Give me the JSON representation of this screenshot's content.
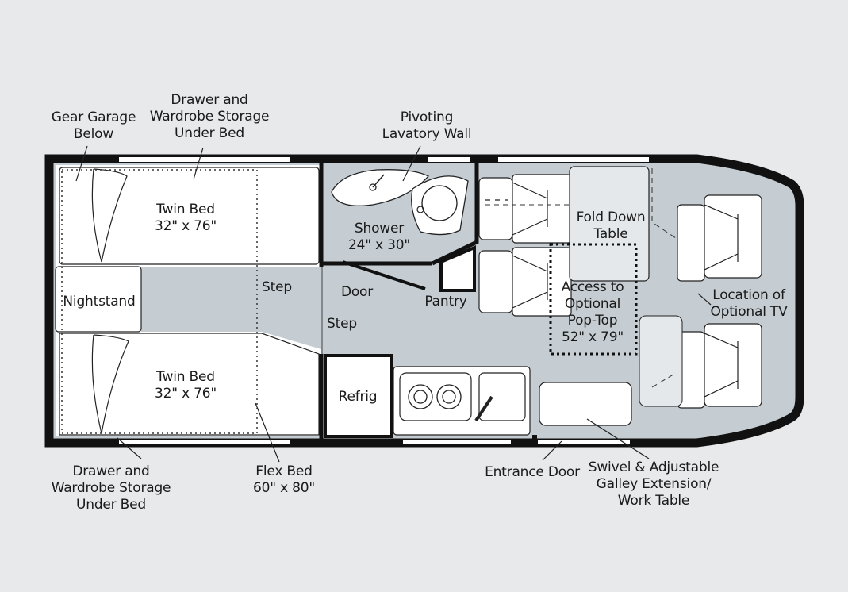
{
  "labels": {
    "gear_garage": [
      "Gear Garage",
      "Below"
    ],
    "drawer_top": [
      "Drawer and",
      "Wardrobe Storage",
      "Under Bed"
    ],
    "pivoting_wall": [
      "Pivoting",
      "Lavatory Wall"
    ],
    "twin_bed_top": [
      "Twin Bed",
      "32\" x 76\""
    ],
    "shower": [
      "Shower",
      "24\" x 30\""
    ],
    "fold_down_table": [
      "Fold Down",
      "Table"
    ],
    "nightstand": [
      "Nightstand"
    ],
    "step_left": [
      "Step"
    ],
    "door": [
      "Door"
    ],
    "pantry": [
      "Pantry"
    ],
    "pop_top": [
      "Access to",
      "Optional",
      "Pop-Top",
      "52\" x 79\""
    ],
    "optional_tv": [
      "Location of",
      "Optional TV"
    ],
    "step_right": [
      "Step"
    ],
    "twin_bed_bottom": [
      "Twin Bed",
      "32\" x 76\""
    ],
    "refrig": [
      "Refrig"
    ],
    "drawer_bottom": [
      "Drawer and",
      "Wardrobe Storage",
      "Under Bed"
    ],
    "flex_bed": [
      "Flex Bed",
      "60\" x 80\""
    ],
    "entrance_door": [
      "Entrance Door"
    ],
    "galley_table": [
      "Swivel & Adjustable",
      "Galley Extension/",
      "Work Table"
    ]
  },
  "colors": {
    "background": "#e8e9ea",
    "floor": "#c5cdd3",
    "wall": "#111111",
    "furniture": "#ffffff",
    "window": "#ffffff"
  }
}
